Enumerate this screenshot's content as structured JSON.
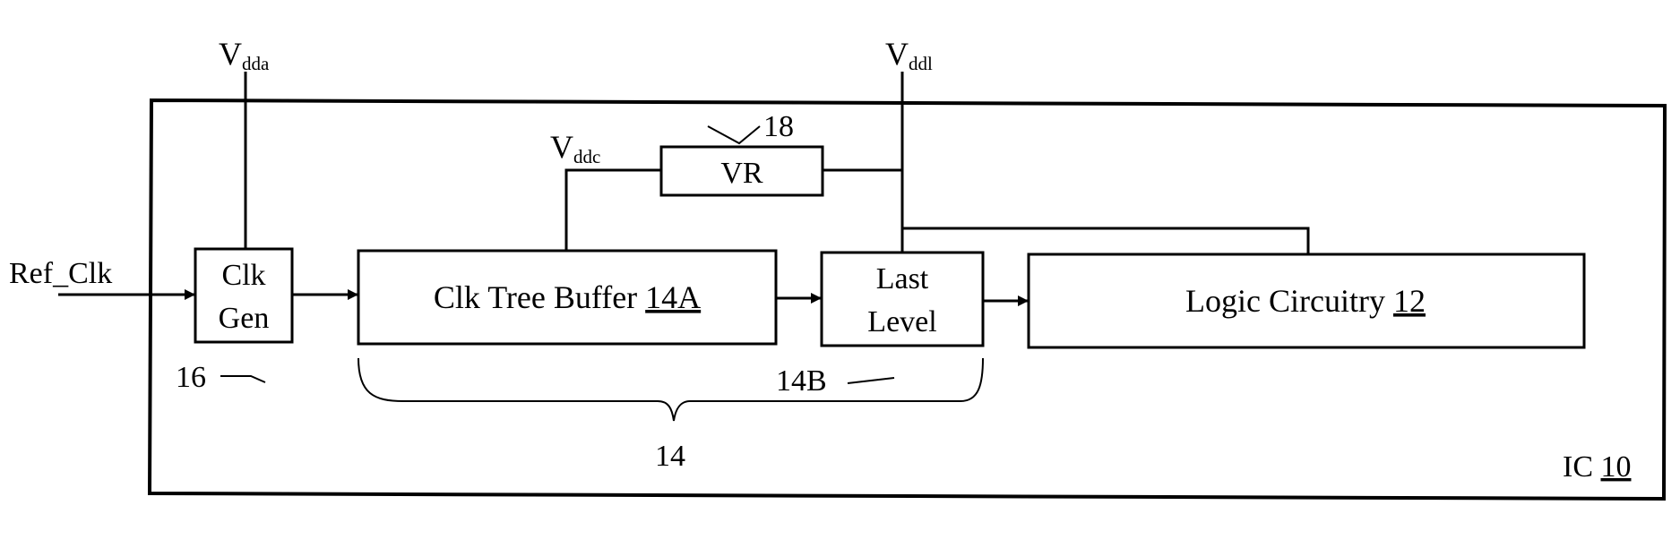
{
  "supplies": {
    "vdda": {
      "main": "V",
      "sub": "dda"
    },
    "vddl": {
      "main": "V",
      "sub": "ddl"
    },
    "vddc": {
      "main": "V",
      "sub": "ddc"
    }
  },
  "input": {
    "label": "Ref_Clk"
  },
  "blocks": {
    "clk_gen": {
      "line1": "Clk",
      "line2": "Gen",
      "ref": "16"
    },
    "clk_tree_buffer": {
      "text": "Clk Tree Buffer ",
      "num": "14A"
    },
    "last_level": {
      "line1": "Last",
      "line2": "Level",
      "ref": "14B"
    },
    "logic": {
      "text": "Logic Circuitry ",
      "num": "12"
    },
    "vr": {
      "text": "VR",
      "ref": "18"
    }
  },
  "brace": {
    "label": "14"
  },
  "chip": {
    "text": "IC ",
    "num": "10"
  }
}
